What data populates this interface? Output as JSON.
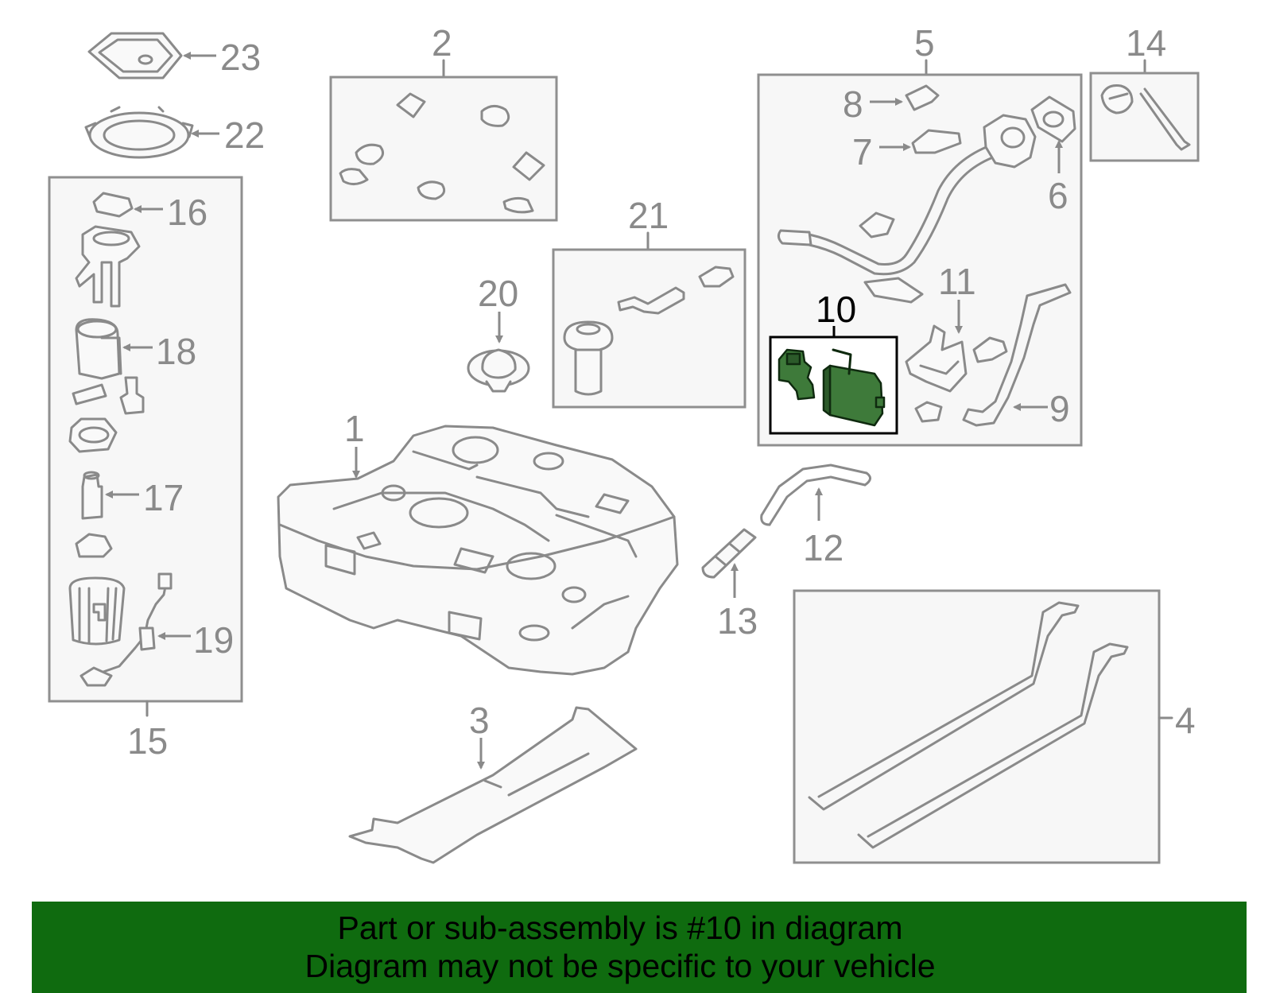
{
  "callouts": {
    "c1": "1",
    "c2": "2",
    "c3": "3",
    "c4": "4",
    "c5": "5",
    "c6": "6",
    "c7": "7",
    "c8": "8",
    "c9": "9",
    "c10": "10",
    "c11": "11",
    "c12": "12",
    "c13": "13",
    "c14": "14",
    "c15": "15",
    "c16": "16",
    "c17": "17",
    "c18": "18",
    "c19": "19",
    "c20": "20",
    "c21": "21",
    "c22": "22",
    "c23": "23"
  },
  "highlight": {
    "part": "10",
    "color": "#3e7a3a"
  },
  "banner": {
    "line1": "Part or sub-assembly is #10 in diagram",
    "line2": "Diagram may not be specific to your vehicle",
    "background": "#0f6b0f"
  }
}
